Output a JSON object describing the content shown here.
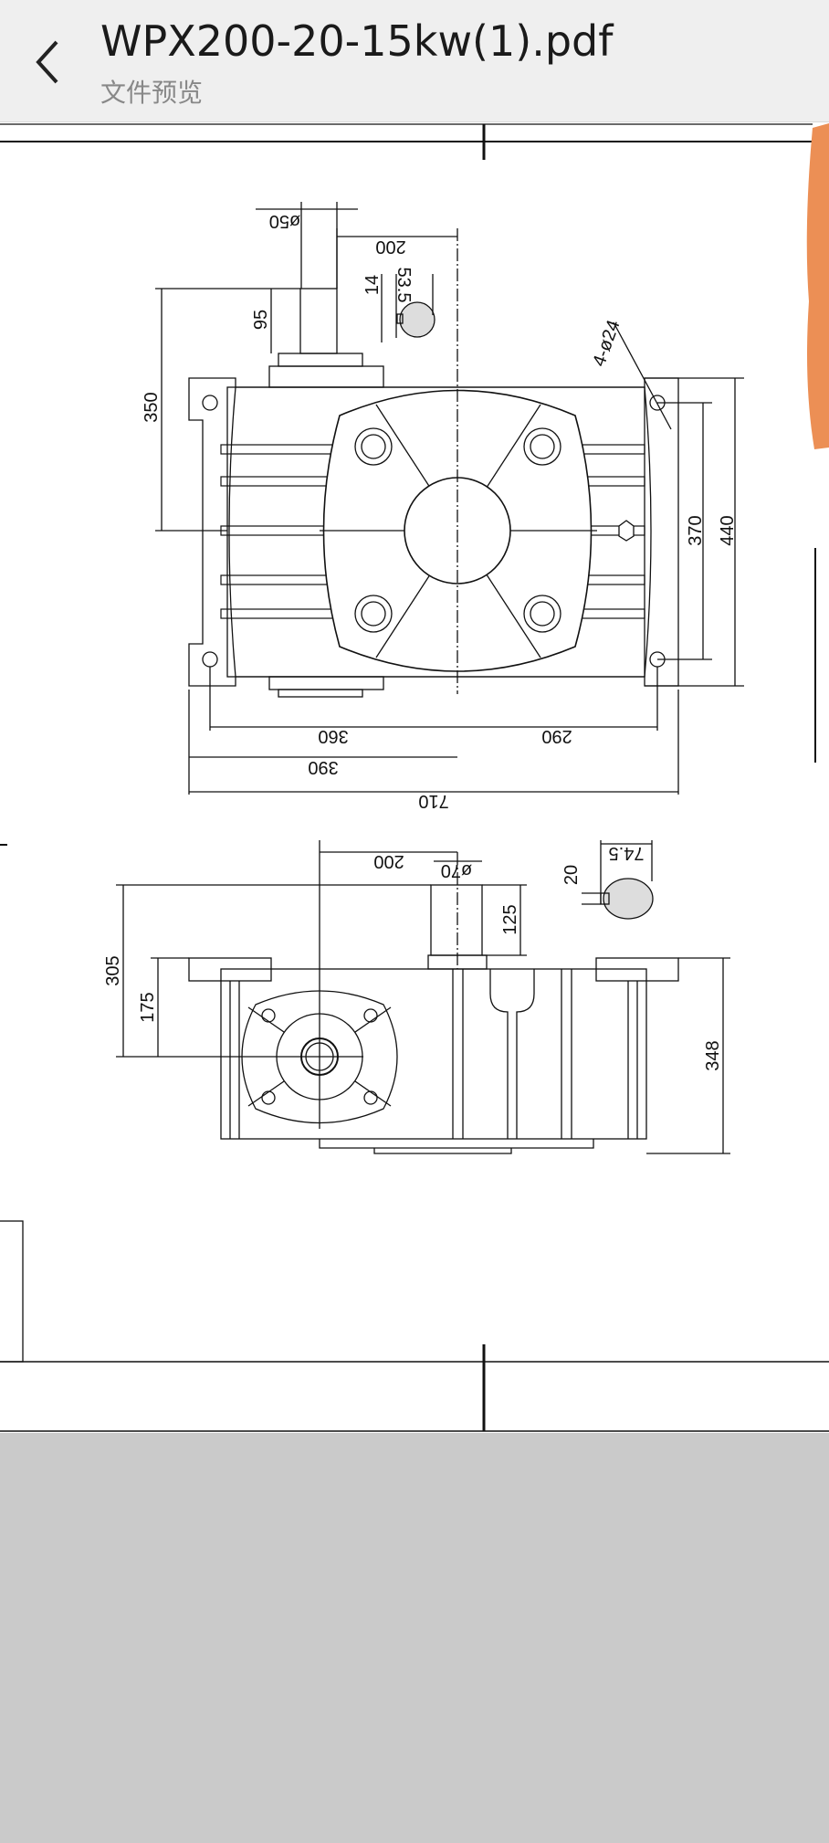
{
  "header": {
    "back_icon": "chevron-left-icon",
    "title": "WPX200-20-15kw(1).pdf",
    "subtitle": "文件预览"
  },
  "drawing": {
    "top_view": {
      "dims": {
        "d50": "ø50",
        "d200": "200",
        "d14": "14",
        "d53_5": "53.5",
        "d95": "95",
        "d350": "350",
        "holes": "4-ø24",
        "d370": "370",
        "d440": "440",
        "d360": "360",
        "d290": "290",
        "d390": "390",
        "d710": "710"
      }
    },
    "side_view": {
      "dims": {
        "d200": "200",
        "d70": "ø70",
        "d20": "20",
        "d74_5": "74.5",
        "d305": "305",
        "d175": "175",
        "d125": "125",
        "d348": "348"
      }
    }
  },
  "colors": {
    "header_bg": "#efefef",
    "annotation": "#ec8f55",
    "footer_bg": "#cacaca"
  }
}
